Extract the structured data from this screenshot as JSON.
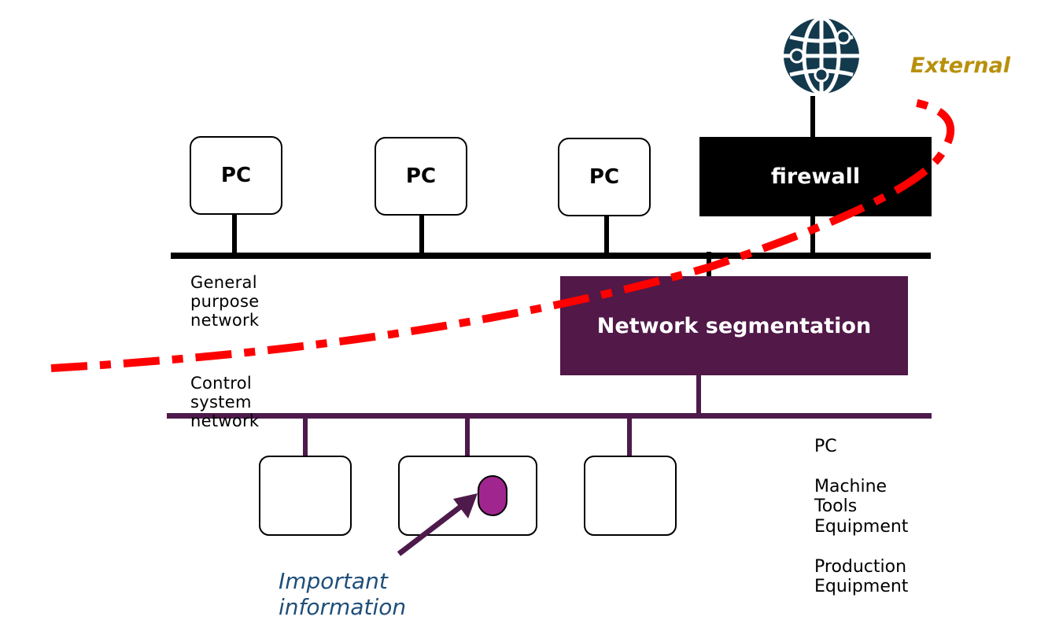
{
  "diagram": {
    "pcs": [
      {
        "label": "PC"
      },
      {
        "label": "PC"
      },
      {
        "label": "PC"
      }
    ],
    "firewall_label": "firewall",
    "segmentation_label": "Network segmentation",
    "general_network_label": "General purpose network",
    "control_network_label": "Control system network",
    "external_label": "External",
    "important_info_label": "Important information",
    "legend": [
      "PC",
      "Machine Tools",
      "Equipment",
      "Production Equipment"
    ],
    "colors": {
      "control_network": "#4e1a4b",
      "segmentation_fill": "#511848",
      "boundary_line": "#ff0000",
      "external_text": "#b8900c",
      "important_text": "#1f4e79",
      "info_marker": "#a0258e",
      "globe": "#13394d"
    },
    "icons": [
      "globe-icon",
      "arrow-icon"
    ]
  }
}
